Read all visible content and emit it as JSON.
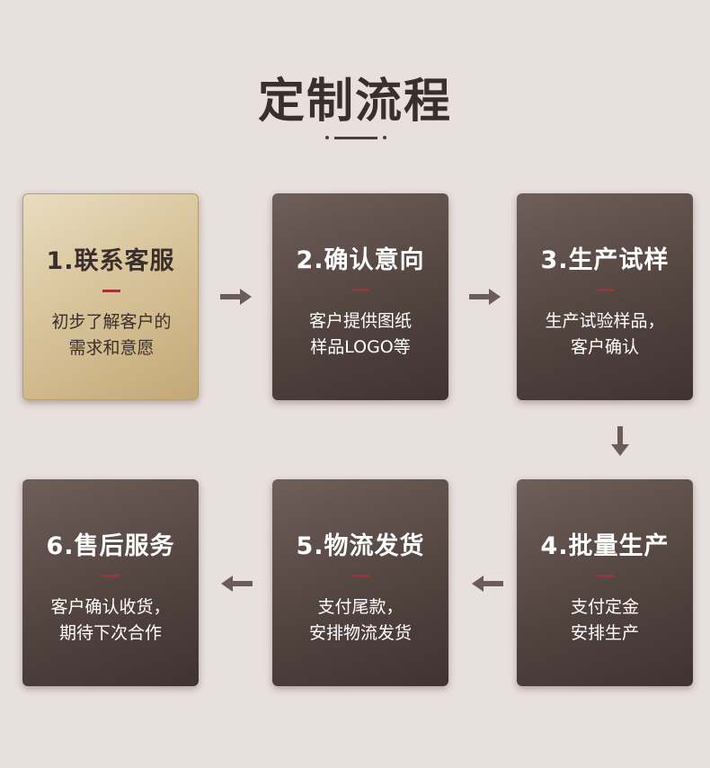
{
  "title": "定制流程",
  "steps": [
    {
      "name": "1.联系客服",
      "desc": [
        "初步了解客户的",
        "需求和意愿"
      ]
    },
    {
      "name": "2.确认意向",
      "desc": [
        "客户提供图纸",
        "样品LOGO等"
      ]
    },
    {
      "name": "3.生产试样",
      "desc": [
        "生产试验样品，",
        "客户确认"
      ]
    },
    {
      "name": "4.批量生产",
      "desc": [
        "支付定金",
        "安排生产"
      ]
    },
    {
      "name": "5.物流发货",
      "desc": [
        "支付尾款，",
        "安排物流发货"
      ]
    },
    {
      "name": "6.售后服务",
      "desc": [
        "客户确认收货，",
        "期待下次合作"
      ]
    }
  ],
  "colors": {
    "background": "#e8e0dd",
    "card_dark": "#52443f",
    "card_active": "#d8c49b",
    "accent_dash": "#a0303a",
    "arrow": "#6b5c58"
  }
}
